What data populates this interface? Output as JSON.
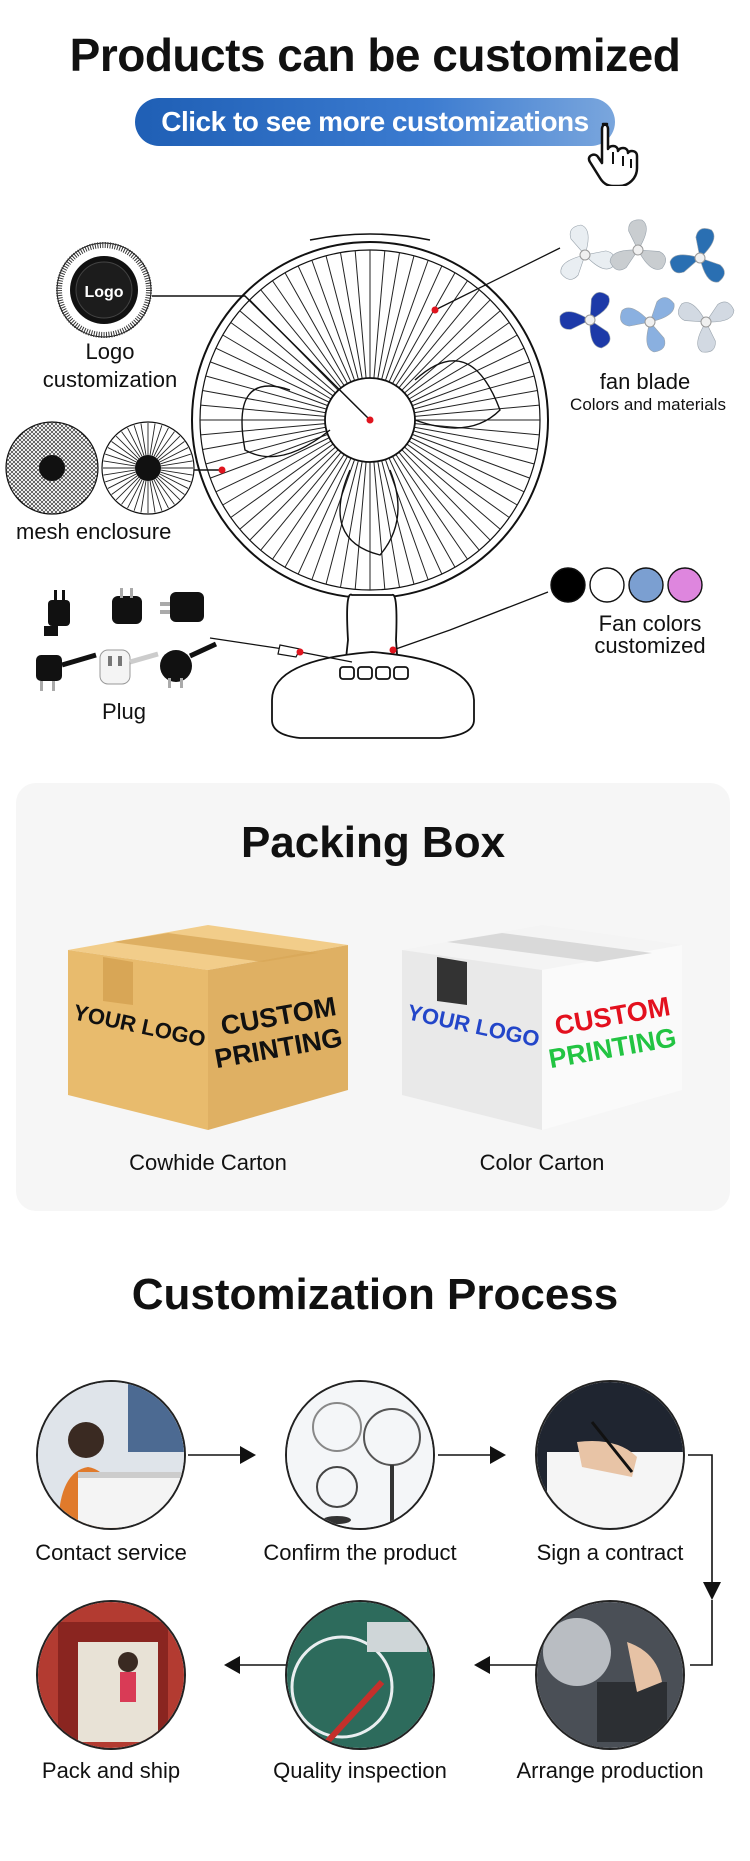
{
  "section1": {
    "title": "Products can be customized",
    "cta_label": "Click to see more customizations",
    "callouts": {
      "logo_badge_text": "Logo",
      "logo_line1": "Logo",
      "logo_line2": "customization",
      "mesh": "mesh enclosure",
      "plug": "Plug",
      "blade_title": "fan blade",
      "blade_sub": "Colors and materials",
      "colors_line1": "Fan colors",
      "colors_line2": "customized"
    },
    "fan_color_swatches": [
      "#000000",
      "#ffffff",
      "#7b9fd1",
      "#de86de"
    ],
    "blade_colors": [
      "#e9eef2",
      "#c9cdd0",
      "#2a6fb2",
      "#1d3aa8",
      "#8ab0e0",
      "#d2d9e2"
    ]
  },
  "section2": {
    "title": "Packing Box",
    "boxes": [
      {
        "caption": "Cowhide Carton",
        "logo_text": "YOUR LOGO",
        "print_line1": "CUSTOM",
        "print_line2": "PRINTING"
      },
      {
        "caption": "Color Carton",
        "logo_text": "YOUR LOGO",
        "print_line1": "CUSTOM",
        "print_line2": "PRINTING"
      }
    ]
  },
  "section3": {
    "title": "Customization Process",
    "steps": [
      {
        "label": "Contact service"
      },
      {
        "label": "Confirm the product"
      },
      {
        "label": "Sign a contract"
      },
      {
        "label": "Arrange production"
      },
      {
        "label": "Quality inspection"
      },
      {
        "label": "Pack and ship"
      }
    ]
  }
}
